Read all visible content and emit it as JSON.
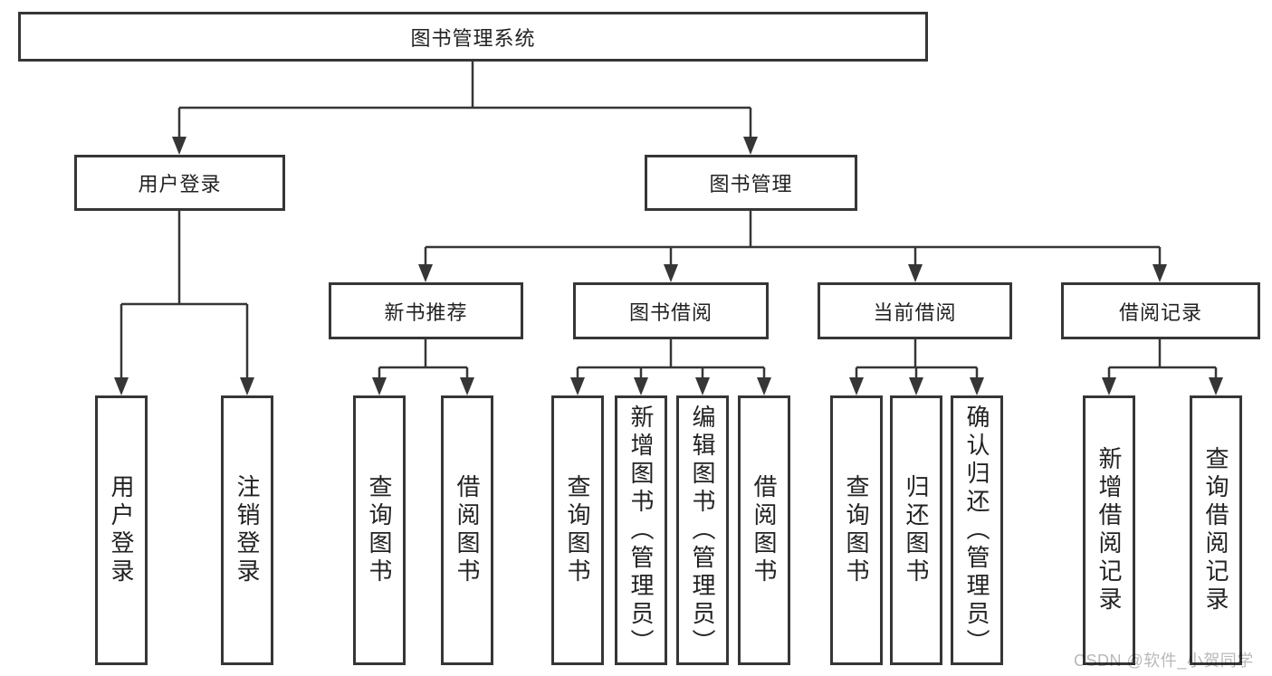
{
  "diagram": {
    "root": {
      "label": "图书管理系统"
    },
    "branches": [
      {
        "label": "用户登录",
        "children": [
          {
            "label": "用户登录"
          },
          {
            "label": "注销登录"
          }
        ]
      },
      {
        "label": "图书管理",
        "children": [
          {
            "label": "新书推荐",
            "children": [
              {
                "label": "查询图书"
              },
              {
                "label": "借阅图书"
              }
            ]
          },
          {
            "label": "图书借阅",
            "children": [
              {
                "label": "查询图书"
              },
              {
                "label": "新增图书（管理员）"
              },
              {
                "label": "编辑图书（管理员）"
              },
              {
                "label": "借阅图书"
              }
            ]
          },
          {
            "label": "当前借阅",
            "children": [
              {
                "label": "查询图书"
              },
              {
                "label": "归还图书"
              },
              {
                "label": "确认归还（管理员）"
              }
            ]
          },
          {
            "label": "借阅记录",
            "children": [
              {
                "label": "新增借阅记录"
              },
              {
                "label": "查询借阅记录"
              }
            ]
          }
        ]
      }
    ]
  },
  "watermark": {
    "text": "CSDN @软件_小贺同学"
  },
  "colors": {
    "line": "#363636",
    "box_border": "#363636",
    "box_fill": "#ffffff",
    "text": "#222222",
    "watermark": "#b9b9b9",
    "background": "#ffffff"
  }
}
